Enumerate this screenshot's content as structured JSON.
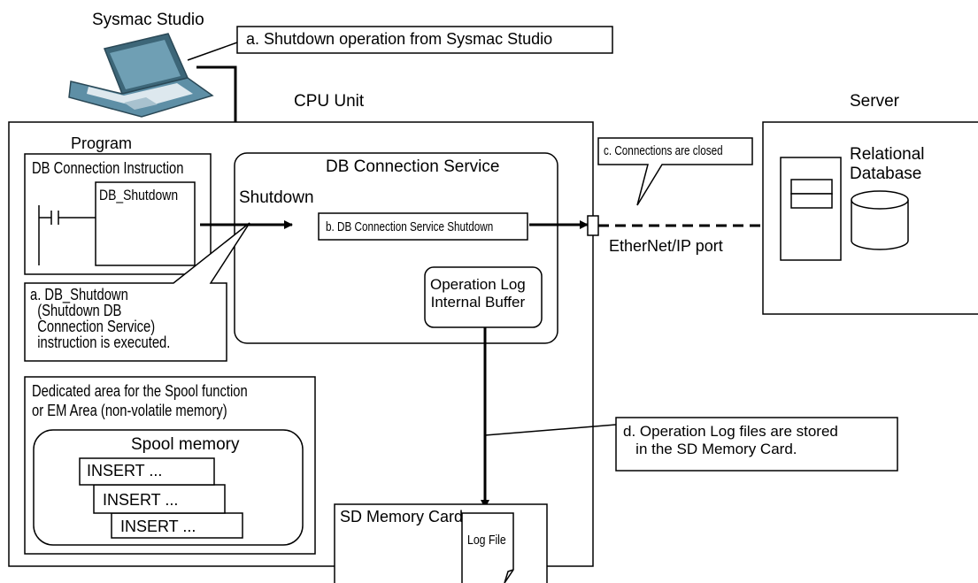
{
  "colors": {
    "line": "#000000",
    "background": "#ffffff",
    "laptop_body": "#5e8fa6",
    "laptop_screen": "#3d6678",
    "laptop_keys": "#dde8ee"
  },
  "icons": {
    "laptop": "laptop-icon",
    "database": "database-cylinder-icon",
    "server": "server-tower-icon",
    "log_file": "document-dog-ear-icon",
    "ladder_contact": "ladder-contact-icon",
    "port": "ethernet-port-icon"
  },
  "labels": {
    "sysmac_studio": "Sysmac Studio",
    "callout_a_shutdown": "a. Shutdown operation from Sysmac Studio",
    "cpu_unit": "CPU Unit",
    "server": "Server",
    "program": "Program",
    "db_connection_instruction": "DB Connection Instruction",
    "db_shutdown": "DB_Shutdown",
    "db_connection_service": "DB Connection Service",
    "shutdown": "Shutdown",
    "service_shutdown": "b. DB Connection Service Shutdown",
    "connections_closed": "c. Connections are closed",
    "relational_database": "Relational\nDatabase",
    "ethernet_port": "EtherNet/IP port",
    "operation_log_buffer": "Operation Log\nInternal Buffer",
    "callout_a_db_shutdown": "a. DB_Shutdown\n  (Shutdown DB\n  Connection Service)\n  instruction is executed.",
    "spool_area": "Dedicated area for the Spool function\nor EM Area (non-volatile memory)",
    "spool_memory": "Spool memory",
    "insert_1": "INSERT ...",
    "insert_2": "INSERT ...",
    "insert_3": "INSERT ...",
    "callout_d": "d. Operation Log files are stored\n   in the SD Memory Card.",
    "sd_memory_card": "SD Memory Card",
    "log_file": "Log File"
  }
}
